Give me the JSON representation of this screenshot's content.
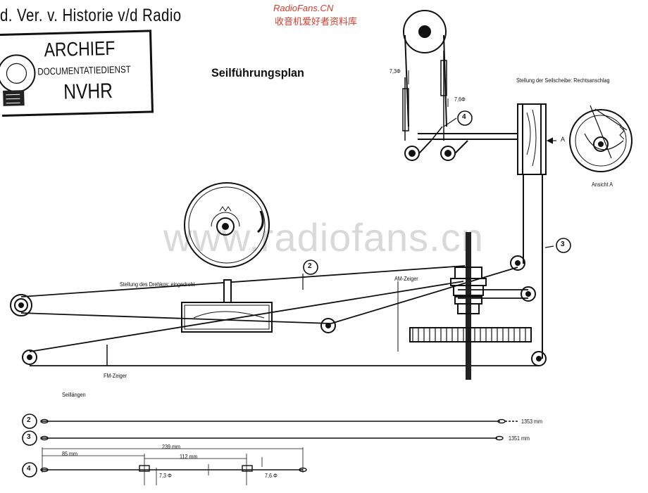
{
  "header_text": "d. Ver. v. Historie v/d Radio",
  "watermark_top": "RadioFans.CN",
  "watermark_chinese": "收音机爱好者资料库",
  "watermark_center": "www.radiofans.cn",
  "stamp": {
    "line1": "ARCHIEF",
    "line2": "DOCUMENTATIEDIENST",
    "line3": "NVHR"
  },
  "title": "Seilführungsplan",
  "labels": {
    "stellung_seilscheibe": "Stellung der Seilscheibe: Rechtsanschlag",
    "ansicht_a": "Ansicht A",
    "arrow_a": "A",
    "stellung_drehko": "Stellung des Drehkos: eingedreht",
    "am_zeiger": "AM-Zeiger",
    "fm_zeiger": "FM-Zeiger",
    "seillaengen": "Seillängen",
    "dim_73": "7,3Φ",
    "dim_76": "7,6Φ"
  },
  "callouts": [
    "2",
    "3",
    "4"
  ],
  "rope_lengths": [
    {
      "id": "2",
      "length": "1353 mm"
    },
    {
      "id": "3",
      "length": "1351 mm"
    },
    {
      "id": "4",
      "length": "",
      "dims": {
        "total": "239 mm",
        "d1": "85 mm",
        "d2": "112 mm",
        "phi1": "7,3 Φ",
        "phi2": "7,6 Φ"
      }
    }
  ]
}
